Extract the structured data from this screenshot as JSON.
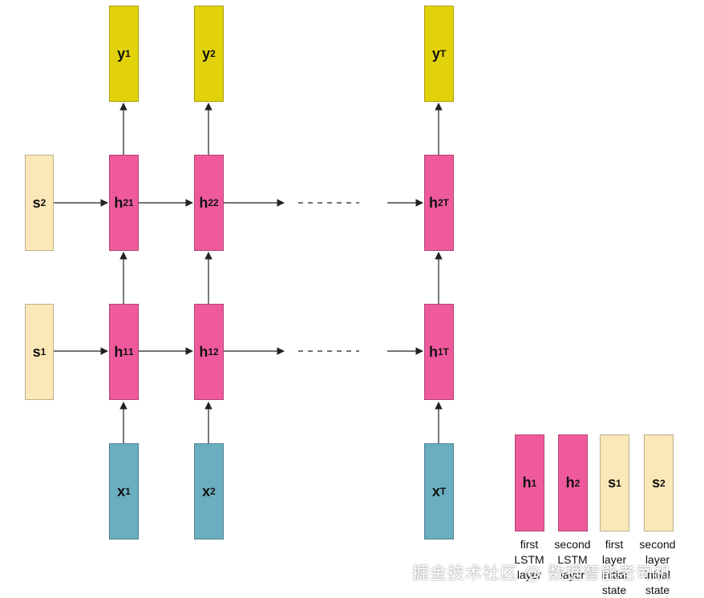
{
  "diagram": {
    "outputs": [
      {
        "base": "y",
        "sub": "1"
      },
      {
        "base": "y",
        "sub": "2"
      },
      {
        "base": "y",
        "sub": "T"
      }
    ],
    "layer2": [
      {
        "base": "h",
        "sup": "2",
        "sub": "1"
      },
      {
        "base": "h",
        "sup": "2",
        "sub": "2"
      },
      {
        "base": "h",
        "sup": "2",
        "sub": "T"
      }
    ],
    "layer1": [
      {
        "base": "h",
        "sup": "1",
        "sub": "1"
      },
      {
        "base": "h",
        "sup": "1",
        "sub": "2"
      },
      {
        "base": "h",
        "sup": "1",
        "sub": "T"
      }
    ],
    "inputs": [
      {
        "base": "x",
        "sub": "1"
      },
      {
        "base": "x",
        "sub": "2"
      },
      {
        "base": "x",
        "sub": "T"
      }
    ],
    "initial_states": {
      "s2": {
        "base": "s",
        "sup": "2"
      },
      "s1": {
        "base": "s",
        "sup": "1"
      }
    }
  },
  "legend": [
    {
      "base": "h",
      "sup": "1",
      "label": "first LSTM layer"
    },
    {
      "base": "h",
      "sup": "2",
      "label": "second LSTM layer"
    },
    {
      "base": "s",
      "sup": "1",
      "label": "first layer initial state"
    },
    {
      "base": "s",
      "sup": "2",
      "label": "second layer initial state"
    }
  ],
  "watermark": "掘金技术社区 @ 数据智能老司机",
  "colors": {
    "output": "#e2d20b",
    "hidden": "#ef5a9c",
    "input": "#6aaec0",
    "state": "#fbe8b8",
    "arrow": "#222222"
  }
}
